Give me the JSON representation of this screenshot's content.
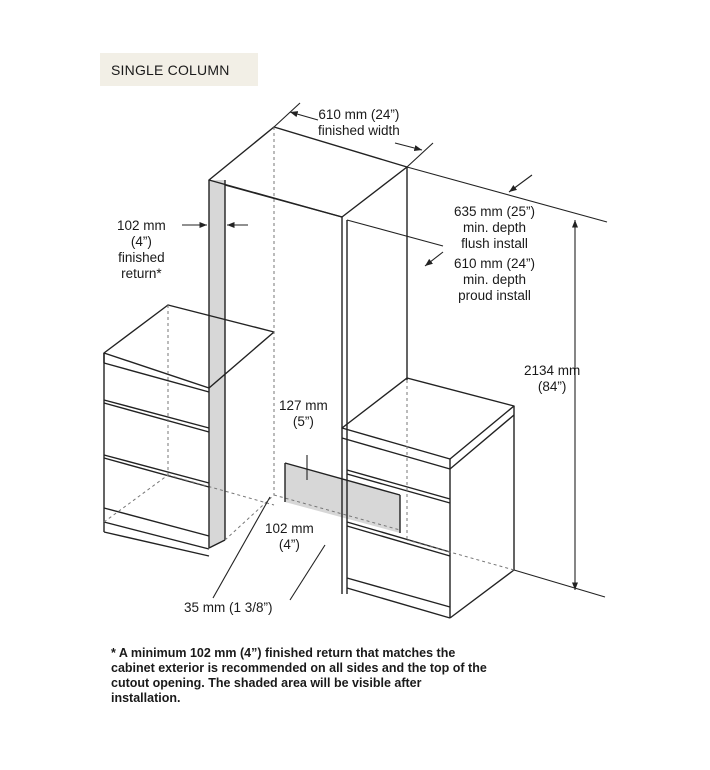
{
  "badge": "SINGLE COLUMN",
  "labels": {
    "finished_width": [
      "610 mm (24”)",
      "finished width"
    ],
    "depth_flush": [
      "635 mm (25”)",
      "min. depth",
      "flush install"
    ],
    "depth_proud": [
      "610 mm (24”)",
      "min. depth",
      "proud install"
    ],
    "height": [
      "2134 mm",
      "(84”)"
    ],
    "finished_return": [
      "102 mm",
      "(4”)",
      "finished",
      "return*"
    ],
    "toe_kick": [
      "127 mm",
      "(5”)"
    ],
    "toe_depth": [
      "102 mm",
      "(4”)"
    ],
    "bottom_gap": [
      "35 mm (1 3/8”)"
    ]
  },
  "footnote": [
    "* A minimum 102 mm (4”) finished return that matches the",
    "cabinet exterior is recommended on all sides and the top of the",
    "cutout opening. The shaded area will be visible after",
    "installation."
  ],
  "colors": {
    "line": "#222222",
    "hidden_line": "#777777",
    "shaded": "#d7d7d7",
    "badge_bg": "#f2efe6"
  }
}
